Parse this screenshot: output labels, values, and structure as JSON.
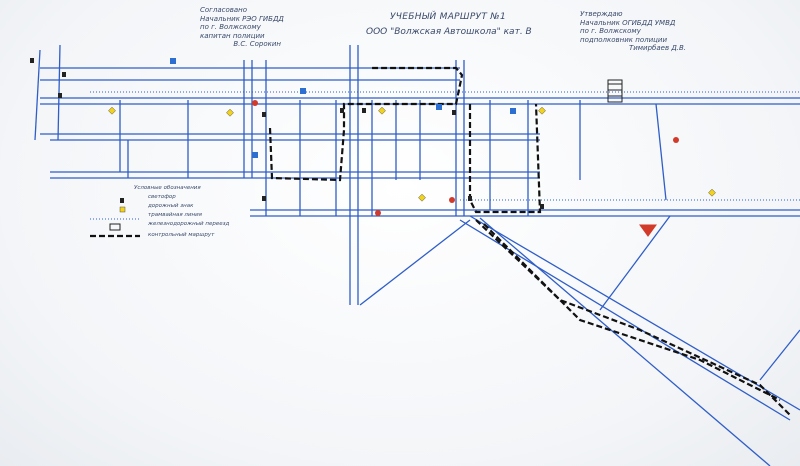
{
  "header_left": "Согласовано\nНачальник РЭО ГИБДД\nпо г. Волжскому\nкапитан полиции\n               В.С. Сорокин",
  "header_right": "Утверждаю\nНачальник ОГИБДД УМВД\nпо г. Волжскому\nподполковник полиции\n                      Тимирбаев Д.В.",
  "title": "УЧЕБНЫЙ МАРШРУТ №1",
  "subtitle": "ООО \"Волжская Автошкола\" кат. В",
  "legend": {
    "title": "Условные обозначения",
    "items": [
      "светофор",
      "дорожный знак",
      "трамвайная линия",
      "железнодорожный переезд",
      "контрольный маршрут"
    ]
  },
  "colors": {
    "roads": "#2f5ec8",
    "route": "#111111",
    "sign_yellow": "#f2d21b",
    "sign_blue": "#2c6fd1",
    "sign_red": "#d23a2a"
  }
}
